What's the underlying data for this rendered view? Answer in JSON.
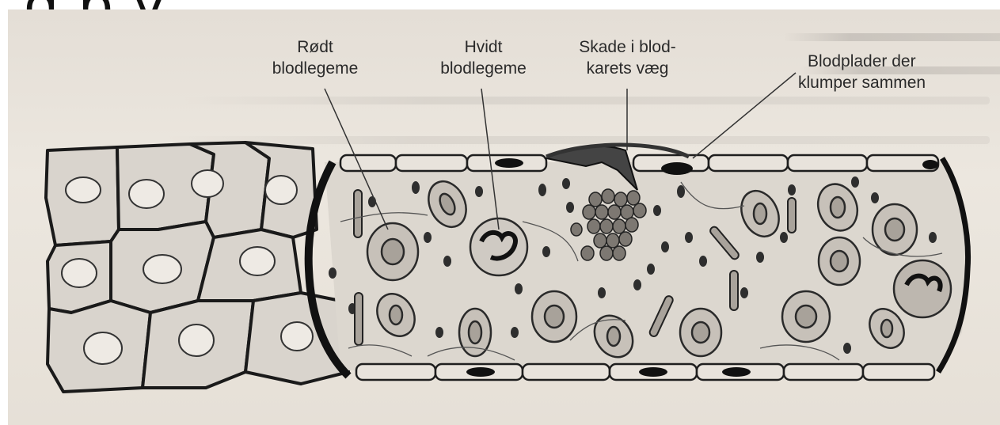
{
  "header": {
    "title_fragment": "g   p          y"
  },
  "labels": {
    "red_blood_cell": {
      "line1": "Rødt",
      "line2": "blodlegeme"
    },
    "white_blood_cell": {
      "line1": "Hvidt",
      "line2": "blodlegeme"
    },
    "vessel_wall_damage": {
      "line1": "Skade i blod-",
      "line2": "karets væg"
    },
    "platelets": {
      "line1": "Blodplader der",
      "line2": "klumper sammen"
    }
  }
}
